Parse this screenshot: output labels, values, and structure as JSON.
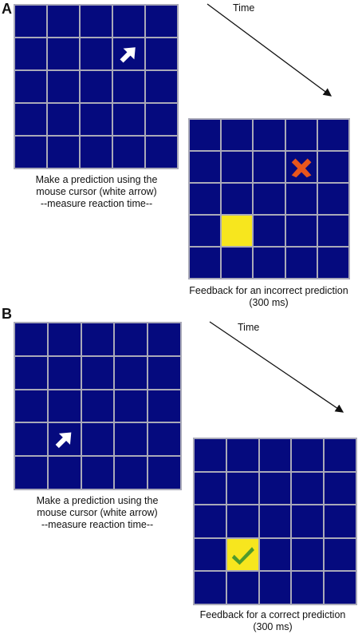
{
  "panels": [
    {
      "letter": "A",
      "time_label": "Time",
      "prediction_caption": [
        "Make a prediction using the",
        "mouse cursor (white arrow)",
        "--measure reaction time--"
      ],
      "feedback_caption": [
        "Feedback for an incorrect prediction",
        "(300 ms)"
      ],
      "cursor_cell": {
        "row": 1,
        "col": 3
      },
      "feedback_yellow_cell": {
        "row": 3,
        "col": 1
      },
      "feedback_mark_cell": {
        "row": 1,
        "col": 3
      },
      "feedback_mark": "x-icon",
      "colors": {
        "grid_bg": "#050a7e",
        "grid_line": "#a9a9b8",
        "highlight": "#f7e61e",
        "x_mark": "#e8561c"
      }
    },
    {
      "letter": "B",
      "time_label": "Time",
      "prediction_caption": [
        "Make a prediction using the",
        "mouse cursor (white arrow)",
        "--measure reaction time--"
      ],
      "feedback_caption": [
        "Feedback for a correct prediction",
        "(300 ms)"
      ],
      "cursor_cell": {
        "row": 3,
        "col": 1
      },
      "feedback_yellow_cell": {
        "row": 3,
        "col": 1
      },
      "feedback_mark_cell": {
        "row": 3,
        "col": 1
      },
      "feedback_mark": "checkmark-icon",
      "colors": {
        "grid_bg": "#050a7e",
        "grid_line": "#a9a9b8",
        "highlight": "#f7e61e",
        "check_mark": "#4f9a2c"
      }
    }
  ]
}
